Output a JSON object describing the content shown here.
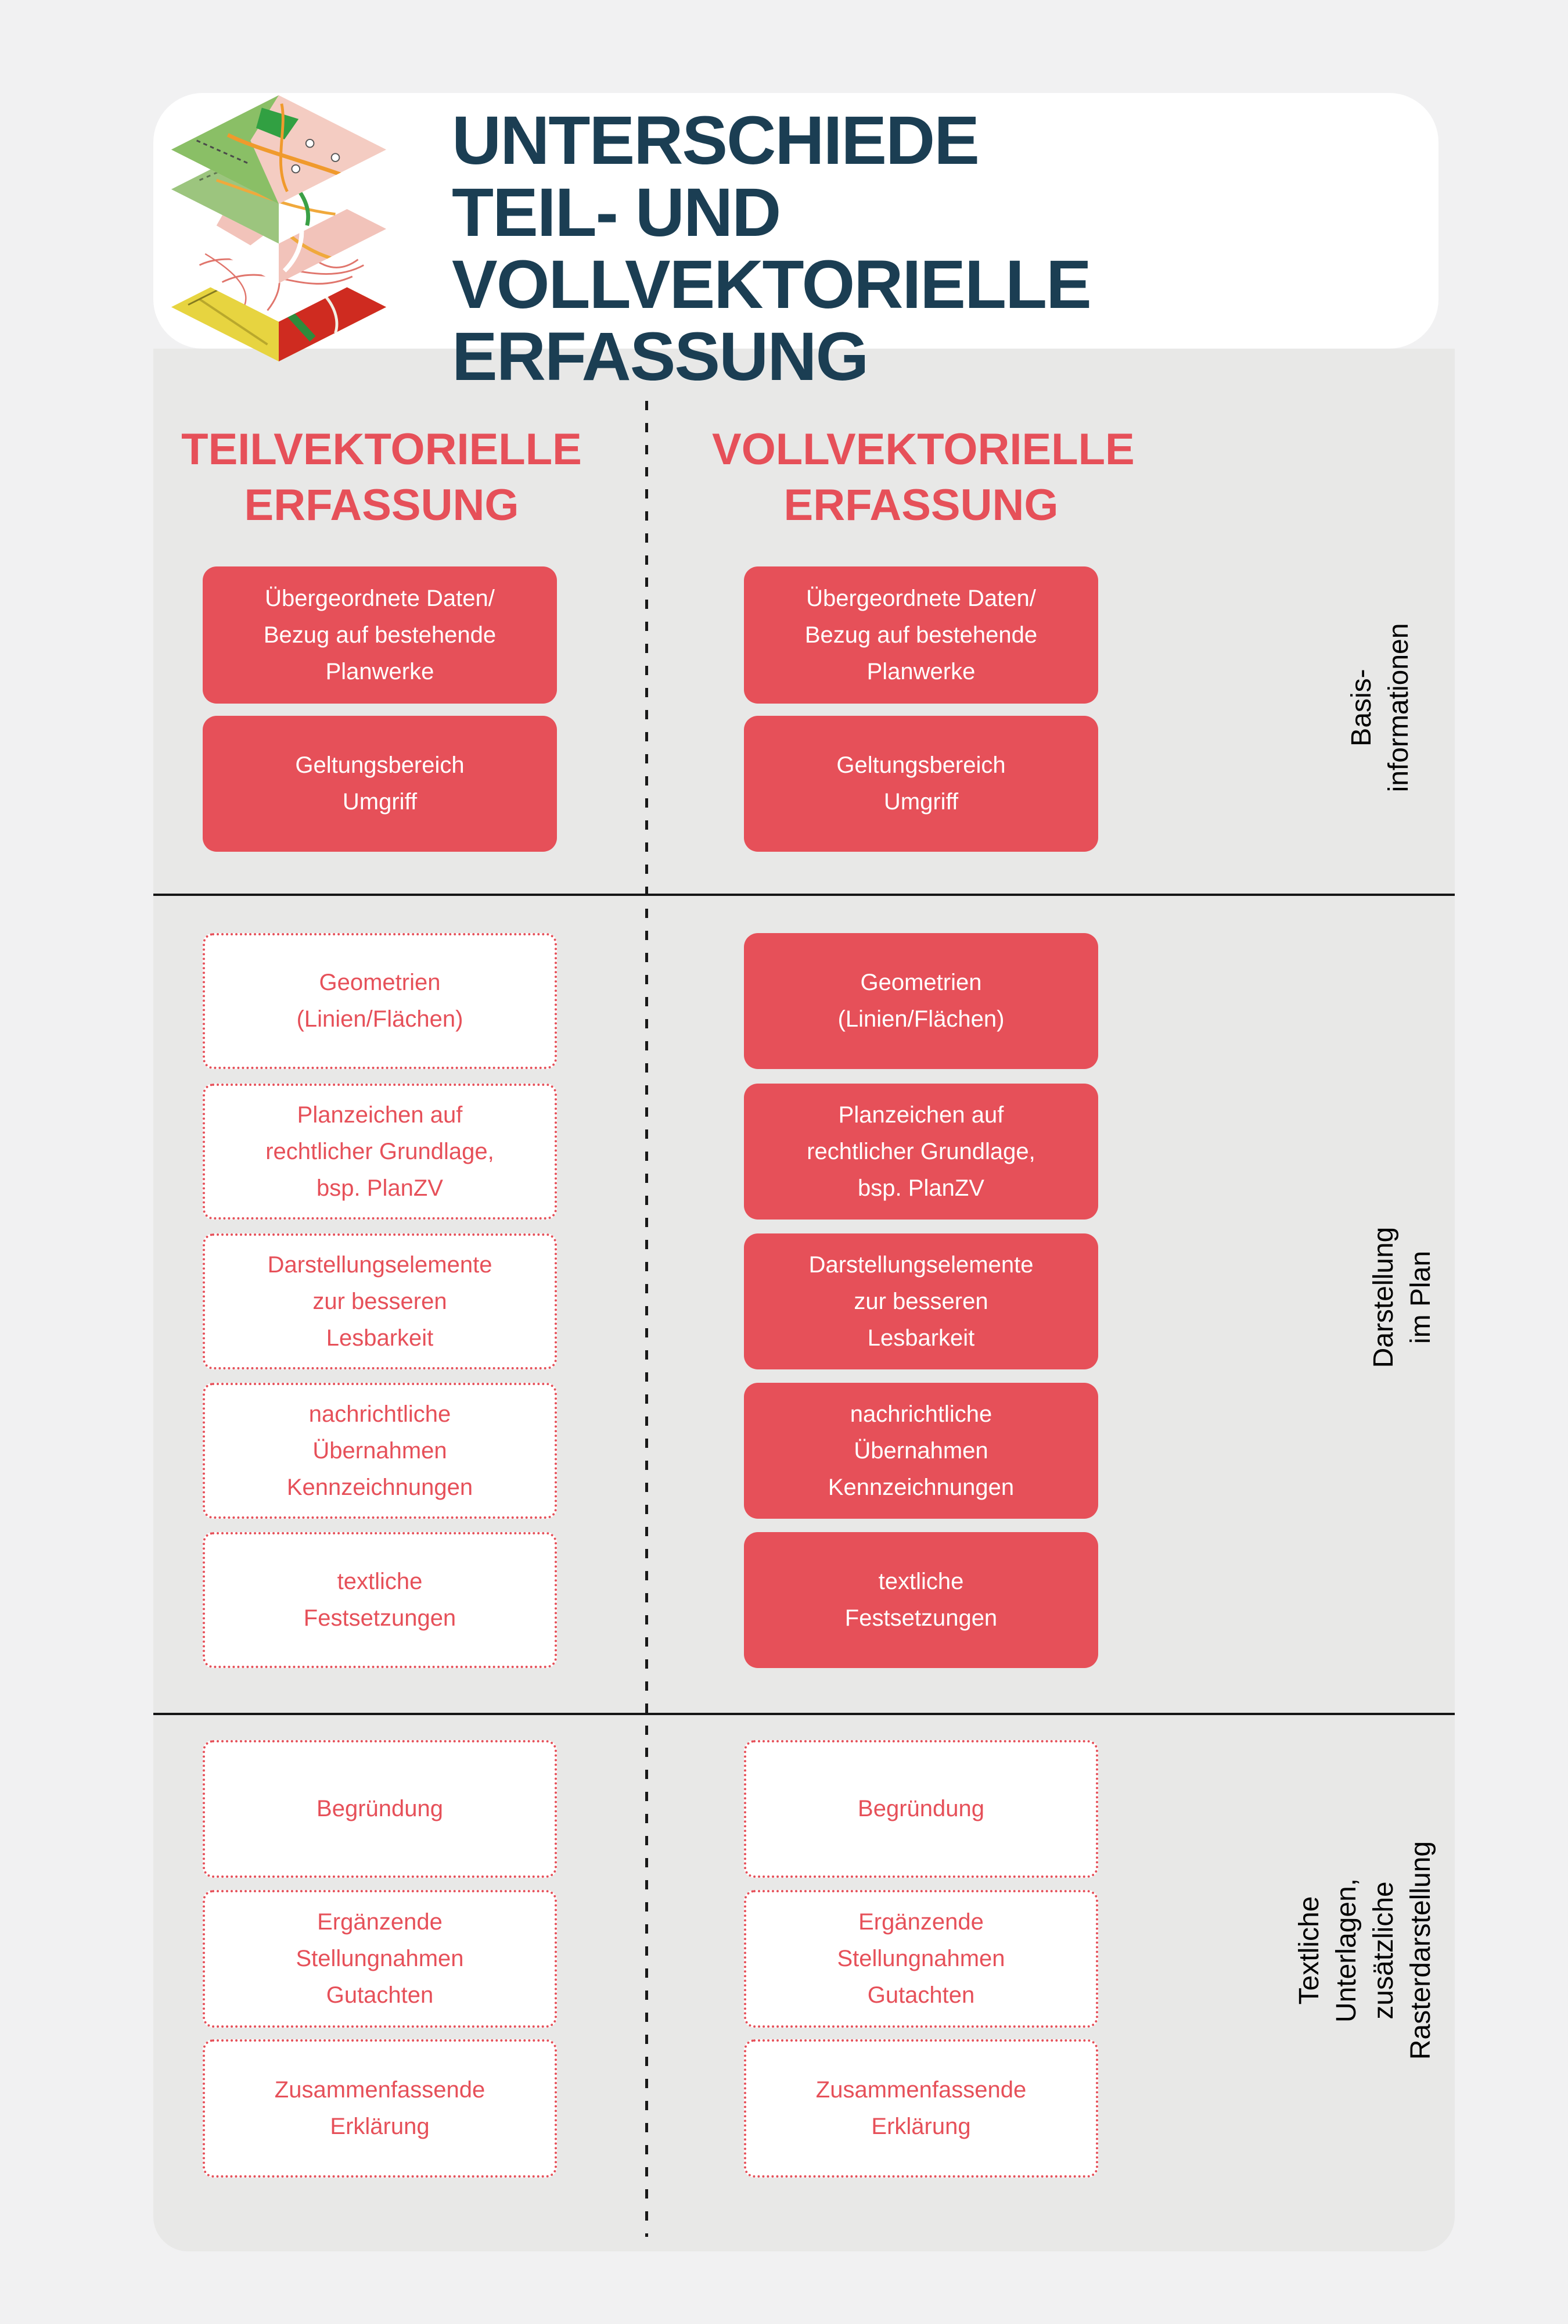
{
  "header": {
    "title": "UNTERSCHIEDE\nTEIL- UND VOLLVEKTORIELLE\nERFASSUNG",
    "logo_icon": "layered-maps-icon"
  },
  "columns": {
    "left_heading": "TEILVEKTORIELLE\nERFASSUNG",
    "right_heading": "VOLLVEKTORIELLE\nERFASSUNG"
  },
  "sections": [
    {
      "side_label": "Basis-\ninformationen",
      "rows": [
        {
          "left": {
            "text": "Übergeordnete Daten/\nBezug auf bestehende\nPlanwerke",
            "variant": "solid"
          },
          "right": {
            "text": "Übergeordnete Daten/\nBezug auf bestehende\nPlanwerke",
            "variant": "solid"
          }
        },
        {
          "left": {
            "text": "Geltungsbereich\nUmgriff",
            "variant": "solid"
          },
          "right": {
            "text": "Geltungsbereich\nUmgriff",
            "variant": "solid"
          }
        }
      ]
    },
    {
      "side_label": "Darstellung im Plan",
      "rows": [
        {
          "left": {
            "text": "Geometrien\n(Linien/Flächen)",
            "variant": "dashed"
          },
          "right": {
            "text": "Geometrien\n(Linien/Flächen)",
            "variant": "solid"
          }
        },
        {
          "left": {
            "text": "Planzeichen auf\nrechtlicher Grundlage,\nbsp. PlanZV",
            "variant": "dashed"
          },
          "right": {
            "text": "Planzeichen auf\nrechtlicher Grundlage,\nbsp. PlanZV",
            "variant": "solid"
          }
        },
        {
          "left": {
            "text": "Darstellungselemente\nzur besseren\nLesbarkeit",
            "variant": "dashed"
          },
          "right": {
            "text": "Darstellungselemente\nzur besseren\nLesbarkeit",
            "variant": "solid"
          }
        },
        {
          "left": {
            "text": "nachrichtliche\nÜbernahmen\nKennzeichnungen",
            "variant": "dashed"
          },
          "right": {
            "text": "nachrichtliche\nÜbernahmen\nKennzeichnungen",
            "variant": "solid"
          }
        },
        {
          "left": {
            "text": "textliche\nFestsetzungen",
            "variant": "dashed"
          },
          "right": {
            "text": "textliche\nFestsetzungen",
            "variant": "solid"
          }
        }
      ]
    },
    {
      "side_label": "Textliche Unterlagen,\nzusätzliche\nRasterdarstellung",
      "rows": [
        {
          "left": {
            "text": "Begründung",
            "variant": "dashed"
          },
          "right": {
            "text": "Begründung",
            "variant": "dashed"
          }
        },
        {
          "left": {
            "text": "Ergänzende\nStellungnahmen\nGutachten",
            "variant": "dashed"
          },
          "right": {
            "text": "Ergänzende\nStellungnahmen\nGutachten",
            "variant": "dashed"
          }
        },
        {
          "left": {
            "text": "Zusammenfassende\nErklärung",
            "variant": "dashed"
          },
          "right": {
            "text": "Zusammenfassende\nErklärung",
            "variant": "dashed"
          }
        }
      ]
    }
  ],
  "colors": {
    "accent_red": "#e65059",
    "title_navy": "#1b3e53",
    "panel_gray": "#e8e8e7",
    "page_bg": "#f1f1f2",
    "divider_black": "#161616",
    "box_text_on_red": "#ffffff"
  }
}
